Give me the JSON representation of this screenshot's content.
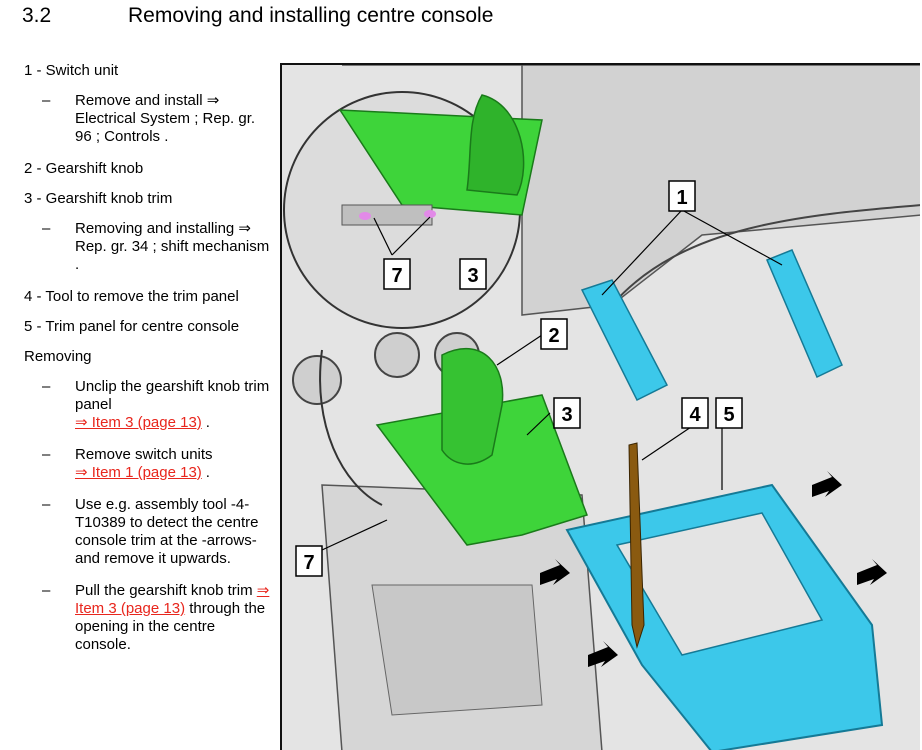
{
  "section": {
    "number": "3.2",
    "title": "Removing and installing centre console"
  },
  "items": [
    {
      "label": "1 - Switch unit",
      "sub": {
        "text": "Remove and install ⇒ Electrical System ; Rep. gr. 96 ; Controls ."
      }
    },
    {
      "label": "2 - Gearshift knob"
    },
    {
      "label": "3 - Gearshift knob trim",
      "sub": {
        "text": "Removing and installing ⇒ Rep. gr. 34 ; shift mechanism ."
      }
    },
    {
      "label": "4 - Tool to remove the trim panel"
    },
    {
      "label": "5 - Trim panel for centre console"
    }
  ],
  "removing_heading": "Removing",
  "steps": [
    {
      "text": "Unclip the gearshift knob trim panel",
      "link": "⇒ Item 3 (page 13)",
      "tail": "."
    },
    {
      "text": "Remove switch units",
      "link": "⇒ Item 1 (page 13)",
      "tail": "."
    },
    {
      "text": "Use e.g. assembly tool -4- T10389 to detect the centre console trim at the -arrows- and remove it upwards."
    },
    {
      "text_before": "Pull the gearshift knob trim",
      "link": "⇒ Item 3 (page 13)",
      "text_after": "through the opening in the centre console."
    }
  ],
  "dash": "–",
  "figure_labels": {
    "l1": "1",
    "l2": "2",
    "l3": "3",
    "l3b": "3",
    "l4": "4",
    "l5": "5",
    "l7a": "7",
    "l7b": "7"
  },
  "colors": {
    "accent_green": "#3ed43a",
    "accent_cyan": "#3cc8ea",
    "link_red": "#e8261d"
  }
}
